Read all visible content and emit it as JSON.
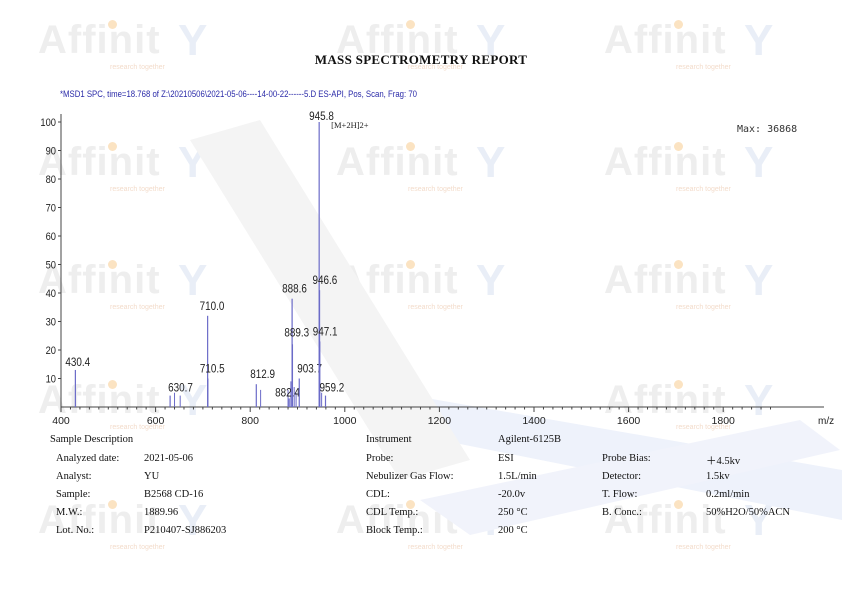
{
  "header": {
    "title": "MASS SPECTROMETRY REPORT"
  },
  "watermark": {
    "logo": "Affinit",
    "tagline": "research together"
  },
  "spectrum_header": "*MSD1 SPC, time=18.768 of Z:\\20210506\\2021-05-06----14-00-22------5.D    ES-API, Pos, Scan, Frag: 70",
  "chart_data": {
    "type": "bar",
    "xlim": [
      400,
      2000
    ],
    "ylim": [
      0,
      100
    ],
    "x_ticks": [
      "400",
      "600",
      "800",
      "1000",
      "1200",
      "1400",
      "1600",
      "1800"
    ],
    "x_unit_label": "m/z",
    "y_ticks": [
      "10",
      "20",
      "30",
      "40",
      "50",
      "60",
      "70",
      "80",
      "90",
      "100"
    ],
    "max_label": "Max: 36868",
    "peaks": [
      {
        "mz": 430.4,
        "intensity": 13,
        "label": "430.4"
      },
      {
        "mz": 630.7,
        "intensity": 4,
        "label": "630.7"
      },
      {
        "mz": 710.0,
        "intensity": 32,
        "label": "710.0"
      },
      {
        "mz": 710.5,
        "intensity": 10,
        "label": "710.5"
      },
      {
        "mz": 812.9,
        "intensity": 8,
        "label": "812.9"
      },
      {
        "mz": 882.4,
        "intensity": 3,
        "label": "882.4"
      },
      {
        "mz": 888.6,
        "intensity": 38,
        "label": "888.6"
      },
      {
        "mz": 889.3,
        "intensity": 22,
        "label": "889.3"
      },
      {
        "mz": 903.7,
        "intensity": 10,
        "label": "903.7"
      },
      {
        "mz": 945.8,
        "intensity": 100,
        "label": "945.8",
        "annotation": "[M+2H]2+"
      },
      {
        "mz": 946.6,
        "intensity": 41,
        "label": "946.6"
      },
      {
        "mz": 947.1,
        "intensity": 23,
        "label": "947.1"
      },
      {
        "mz": 959.2,
        "intensity": 4,
        "label": "959.2"
      }
    ],
    "minor_peaks": [
      {
        "mz": 640,
        "intensity": 5
      },
      {
        "mz": 652,
        "intensity": 4
      },
      {
        "mz": 822,
        "intensity": 6
      },
      {
        "mz": 880,
        "intensity": 6
      },
      {
        "mz": 886,
        "intensity": 9
      },
      {
        "mz": 893,
        "intensity": 7
      },
      {
        "mz": 897,
        "intensity": 5
      },
      {
        "mz": 951,
        "intensity": 5
      }
    ],
    "colors": {
      "bars": "#6b6bc8",
      "axis": "#444444",
      "header": "#2a2aa8"
    }
  },
  "sample_description": {
    "heading": "Sample Description",
    "rows": [
      {
        "label": "Analyzed date:",
        "value": "2021-05-06"
      },
      {
        "label": "Analyst:",
        "value": "YU"
      },
      {
        "label": "Sample:",
        "value": "B2568 CD-16"
      },
      {
        "label": "M.W.:",
        "value": "1889.96"
      },
      {
        "label": "Lot. No.:",
        "value": "P210407-SJ886203"
      }
    ]
  },
  "instrument": {
    "heading": "Instrument",
    "name": "Agilent-6125B",
    "rows": [
      {
        "label": "Probe:",
        "value": "ESI"
      },
      {
        "label": "Nebulizer Gas Flow:",
        "value": "1.5L/min"
      },
      {
        "label": "CDL:",
        "value": "-20.0v"
      },
      {
        "label": "CDL Temp.:",
        "value": "250 °C"
      },
      {
        "label": "Block Temp.:",
        "value": "200 °C"
      }
    ],
    "right_rows": [
      {
        "label": "Probe Bias:",
        "value": "＋4.5kv"
      },
      {
        "label": "Detector:",
        "value": "1.5kv"
      },
      {
        "label": "T. Flow:",
        "value": "0.2ml/min"
      },
      {
        "label": "B. Conc.:",
        "value": "50%H2O/50%ACN"
      }
    ]
  }
}
